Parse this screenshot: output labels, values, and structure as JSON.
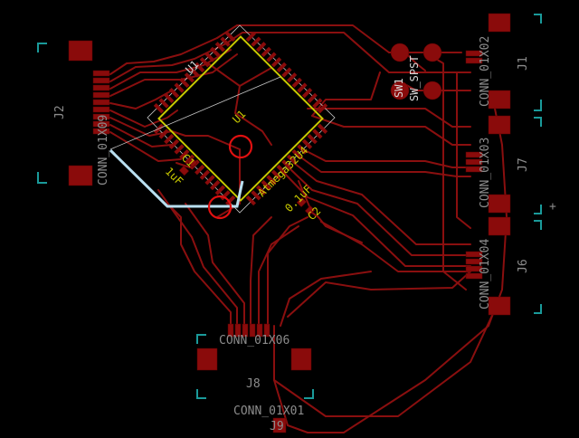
{
  "board": {
    "background": "#000000",
    "colors": {
      "copper": "#8a0f0f",
      "silkscreen": "#8c8c8c",
      "fab": "#c9c900",
      "courtyard": "#1a9a9a",
      "ratsnest": "#b9dff0",
      "drc_marker": "#e01010"
    }
  },
  "labels": {
    "u1_ref": "U1",
    "u1_value": "Atmega32U4",
    "u1_ref_fab": "U1",
    "c1_ref": "C1",
    "c1_value": "1uF",
    "c2_ref": "C2",
    "c2_value": "0.1uF",
    "sw1_ref": "SW1",
    "sw1_value": "SW_SPST",
    "j1_ref": "J1",
    "j1_value": "CONN_01X02",
    "j2_ref": "J2",
    "j2_value": "CONN_01X09",
    "j6_ref": "J6",
    "j6_value": "CONN_01X04",
    "j7_ref": "J7",
    "j7_value": "CONN_01X03",
    "j8_ref": "J8",
    "j8_value": "CONN_01X06",
    "j9_ref": "J9",
    "j9_value": "CONN_01X01"
  },
  "cursor": {
    "icon": "crosshair-cursor-icon",
    "glyph": "+"
  }
}
